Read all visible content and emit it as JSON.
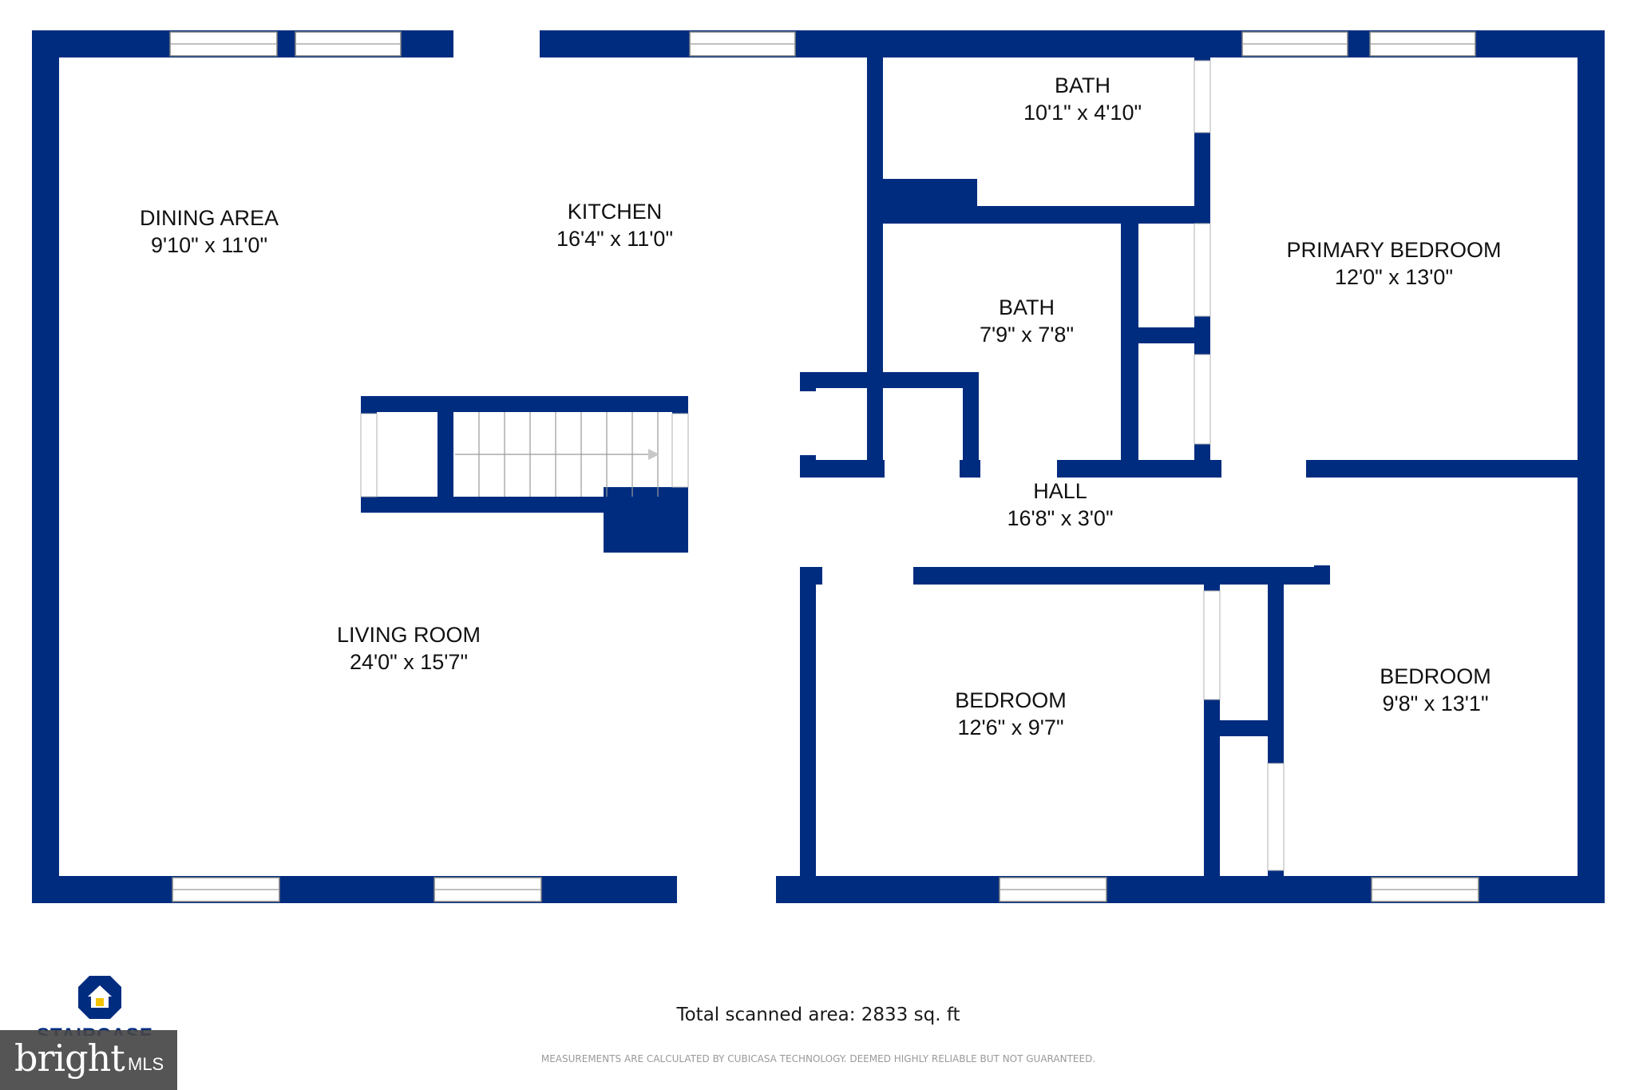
{
  "rooms": {
    "dining_area": {
      "name": "DINING AREA",
      "dims": "9'10\" x 11'0\""
    },
    "kitchen": {
      "name": "KITCHEN",
      "dims": "16'4\" x 11'0\""
    },
    "bath_upper": {
      "name": "BATH",
      "dims": "10'1\" x 4'10\""
    },
    "bath_middle": {
      "name": "BATH",
      "dims": "7'9\" x 7'8\""
    },
    "primary_bedroom": {
      "name": "PRIMARY BEDROOM",
      "dims": "12'0\" x 13'0\""
    },
    "hall": {
      "name": "HALL",
      "dims": "16'8\" x 3'0\""
    },
    "living_room": {
      "name": "LIVING ROOM",
      "dims": "24'0\" x 15'7\""
    },
    "bedroom_center": {
      "name": "BEDROOM",
      "dims": "12'6\" x 9'7\""
    },
    "bedroom_right": {
      "name": "BEDROOM",
      "dims": "9'8\" x 13'1\""
    }
  },
  "footer": {
    "total_area": "Total scanned area: 2833 sq. ft",
    "disclaimer": "MEASUREMENTS ARE CALCULATED BY CUBICASA TECHNOLOGY. DEEMED HIGHLY RELIABLE BUT NOT GUARANTEED."
  },
  "branding": {
    "company": "STAIRCASE",
    "watermark_main": "bright",
    "watermark_sub": "MLS"
  },
  "colors": {
    "wall": "#002c80",
    "background": "#ffffff",
    "text": "#111111"
  }
}
